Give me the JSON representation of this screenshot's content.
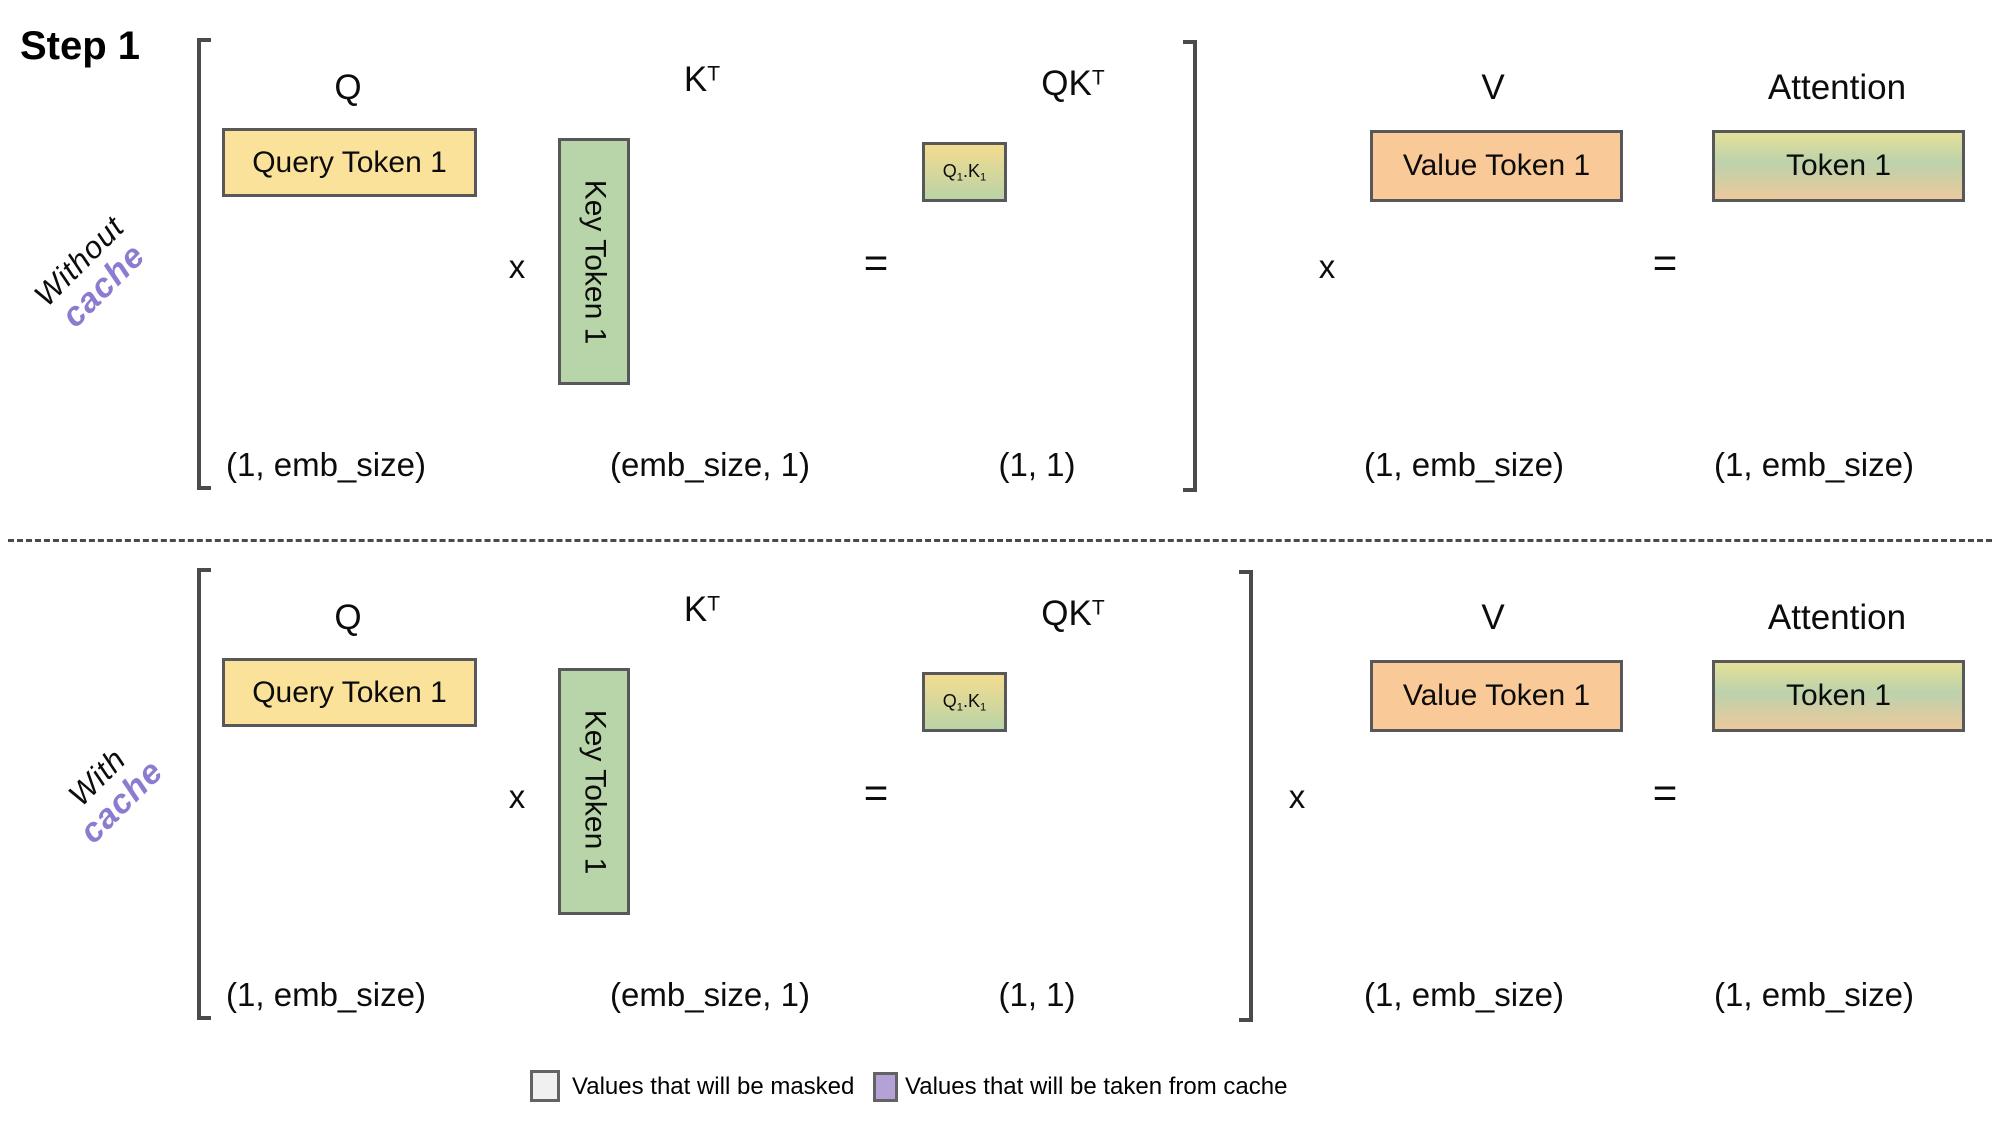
{
  "step_label": "Step 1",
  "colors": {
    "query_box": "#FAE29A",
    "key_box": "#B7D5A8",
    "value_box": "#F9CA98",
    "qk_gradient_top": "#F3DC90",
    "qk_gradient_bottom": "#BAD3A6",
    "attention_gradient": [
      "#E4E097",
      "#BCD2AC",
      "#EBC99B"
    ],
    "cache_text_purple": "#8C7BD0",
    "legend_masked_swatch": "#F0F0F0",
    "legend_cache_swatch": "#B4A2D7",
    "box_border": "#58585A"
  },
  "rows": [
    {
      "side_label": {
        "line1": "Without",
        "line2": "cache"
      },
      "headers": {
        "q": "Q",
        "k_base": "K",
        "k_sup": "T",
        "qk_base": "QK",
        "qk_sup": "T",
        "v": "V",
        "attention": "Attention"
      },
      "boxes": {
        "query": "Query Token 1",
        "key": "Key Token 1",
        "qk": {
          "q": "Q",
          "q_sub": "1",
          "dot": ".",
          "k": "K",
          "k_sub": "1"
        },
        "value": "Value Token 1",
        "attention": "Token 1"
      },
      "ops": {
        "x1": "x",
        "eq1": "=",
        "x2": "x",
        "eq2": "="
      },
      "dims": [
        "(1, emb_size)",
        "(emb_size, 1)",
        "(1, 1)",
        "(1, emb_size)",
        "(1, emb_size)"
      ]
    },
    {
      "side_label": {
        "line1": "With",
        "line2": "cache"
      },
      "headers": {
        "q": "Q",
        "k_base": "K",
        "k_sup": "T",
        "qk_base": "QK",
        "qk_sup": "T",
        "v": "V",
        "attention": "Attention"
      },
      "boxes": {
        "query": "Query Token 1",
        "key": "Key Token 1",
        "qk": {
          "q": "Q",
          "q_sub": "1",
          "dot": ".",
          "k": "K",
          "k_sub": "1"
        },
        "value": "Value Token 1",
        "attention": "Token 1"
      },
      "ops": {
        "x1": "x",
        "eq1": "=",
        "x2": "x",
        "eq2": "="
      },
      "dims": [
        "(1, emb_size)",
        "(emb_size, 1)",
        "(1, 1)",
        "(1, emb_size)",
        "(1, emb_size)"
      ]
    }
  ],
  "legend": {
    "masked": {
      "label": "Values that will be masked"
    },
    "cache": {
      "label": "Values that will be taken from cache"
    }
  }
}
